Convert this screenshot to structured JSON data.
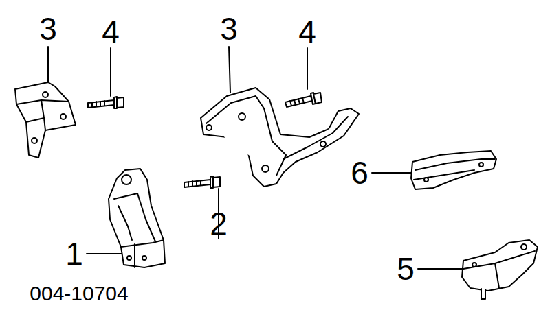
{
  "diagram": {
    "labels": [
      "3",
      "4",
      "3",
      "4",
      "6",
      "1",
      "2",
      "5",
      "004-10704"
    ]
  }
}
